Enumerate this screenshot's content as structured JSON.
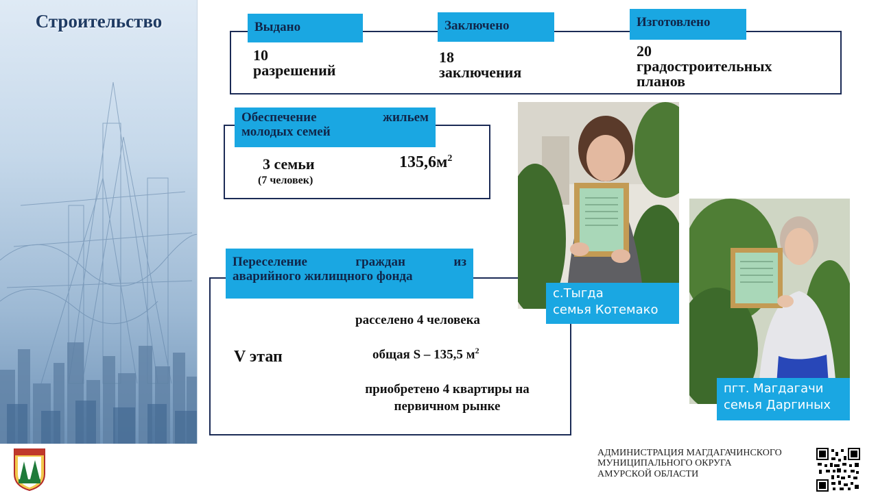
{
  "sidebar": {
    "title": "Строительство"
  },
  "permits": {
    "issued_label": "Выдано",
    "issued_value": "10",
    "issued_unit": "разрешений",
    "concluded_label": "Заключено",
    "concluded_value": "18",
    "concluded_unit": "заключения",
    "made_label": "Изготовлено",
    "made_value": "20",
    "made_unit_1": "градостроительных",
    "made_unit_2": "планов"
  },
  "housing": {
    "label_1": "Обеспечение жильем",
    "label_2": "молодых семей",
    "families": "3 семьи",
    "persons": "(7 человек)",
    "area": "135,6м",
    "area_sup": "2"
  },
  "resettlement": {
    "label_1": "Переселение граждан из",
    "label_2": "аварийного жилищного фонда",
    "stage": "V этап",
    "resettled": "расселено 4 человека",
    "area": "общая S – 135,5 м",
    "area_sup": "2",
    "bought_1": "приобретено 4 квартиры на",
    "bought_2": "первичном рынке"
  },
  "photos": [
    {
      "caption_1": "с.Тыгда",
      "caption_2": "семья Котемако"
    },
    {
      "caption_1": "пгт. Магдагачи",
      "caption_2": "семья Даргиных"
    }
  ],
  "footer": {
    "line_1": "АДМИНИСТРАЦИЯ МАГДАГАЧИНСКОГО",
    "line_2": "МУНИЦИПАЛЬНОГО ОКРУГА",
    "line_3": "АМУРСКОЙ ОБЛАСТИ"
  },
  "colors": {
    "accent": "#1aa7e2",
    "frame": "#1a2a55",
    "title": "#1f3b63"
  }
}
